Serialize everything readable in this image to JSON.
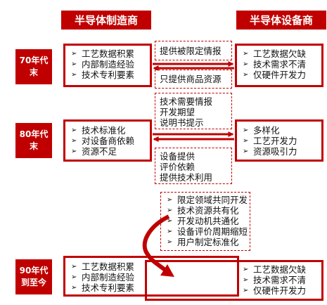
{
  "headers": {
    "left": "半导体制造商",
    "right": "半导体设备商"
  },
  "bullet_glyph": "➢",
  "eras": [
    {
      "label": "70年代\n末",
      "left_items": [
        "工艺数据积累",
        "内部制造经验",
        "技术专利要素"
      ],
      "right_items": [
        "工艺数据欠缺",
        "技术需求不清",
        "仅硬件开发力"
      ],
      "arrow_to_right": "提供被限定情报",
      "arrow_to_left": "只提供商品资源"
    },
    {
      "label": "80年代\n末",
      "left_items": [
        "技术标准化",
        "对设备商依赖",
        "资源不足"
      ],
      "right_items": [
        "多样化",
        "工艺开发力",
        "资源吸引力"
      ],
      "arrow_to_right_lines": [
        "技术需要情报",
        "开发期望",
        "说明书提示"
      ],
      "arrow_to_left_lines": [
        "设备提供",
        "评价依赖",
        "提供技术利用"
      ]
    },
    {
      "label": "90年代\n到至今",
      "left_items": [
        "工艺数据积累",
        "内部制造经验",
        "技术专利要素"
      ],
      "right_items": [
        "工艺数据欠缺",
        "技术需求不清",
        "仅硬件开发力"
      ],
      "shared_items": [
        "限定领域共同开发",
        "技术资源共有化",
        "开发动机共通化",
        "设备评价周期缩短",
        "用户制定标准化"
      ]
    }
  ],
  "colors": {
    "accent": "#c00000"
  }
}
